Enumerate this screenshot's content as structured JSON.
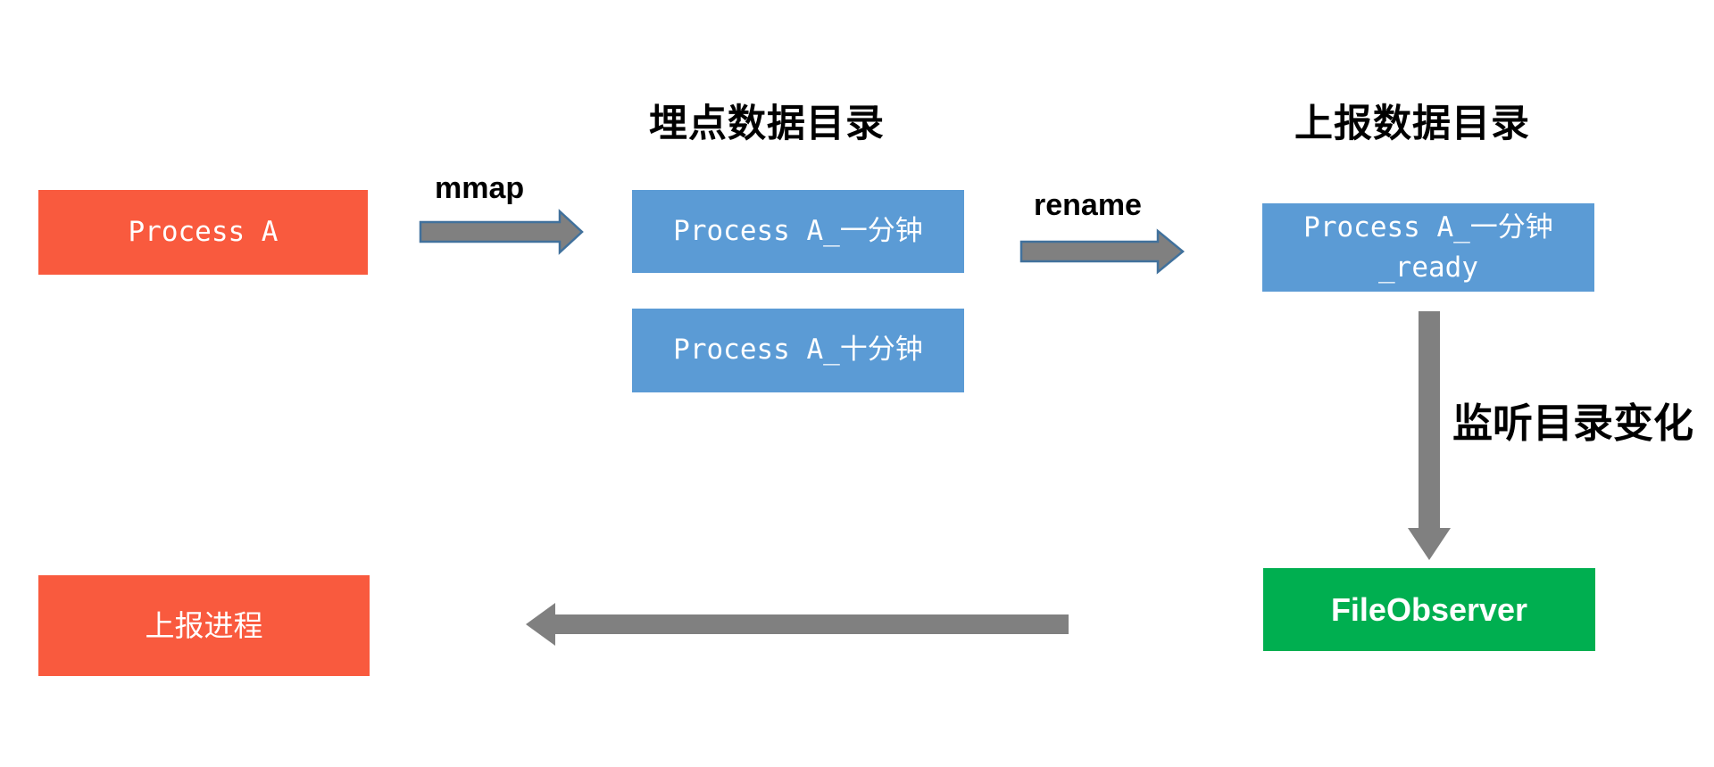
{
  "colors": {
    "canvas_bg": "#FFFFFF",
    "node_red": "#F95A3E",
    "node_blue": "#5B9BD5",
    "node_green": "#00AF50",
    "arrow_gray": "#808080",
    "arrow_border_blue": "#41719C",
    "text_dark": "#000000",
    "text_light": "#FFFFFF"
  },
  "headings": {
    "tracking_dir": "埋点数据目录",
    "report_dir": "上报数据目录"
  },
  "nodes": {
    "process_a": {
      "label": "Process A"
    },
    "one_minute": {
      "label": "Process A_一分钟"
    },
    "ten_minute": {
      "label": "Process A_十分钟"
    },
    "ready": {
      "label_line1": "Process A_一分钟",
      "label_line2": "_ready"
    },
    "file_observer": {
      "label": "FileObserver"
    },
    "report_process": {
      "label": "上报进程"
    }
  },
  "arrows": {
    "mmap": {
      "label": "mmap",
      "direction": "right"
    },
    "rename": {
      "label": "rename",
      "direction": "right"
    },
    "watch": {
      "label": "监听目录变化",
      "direction": "down"
    },
    "notify": {
      "label": "",
      "direction": "left"
    }
  }
}
